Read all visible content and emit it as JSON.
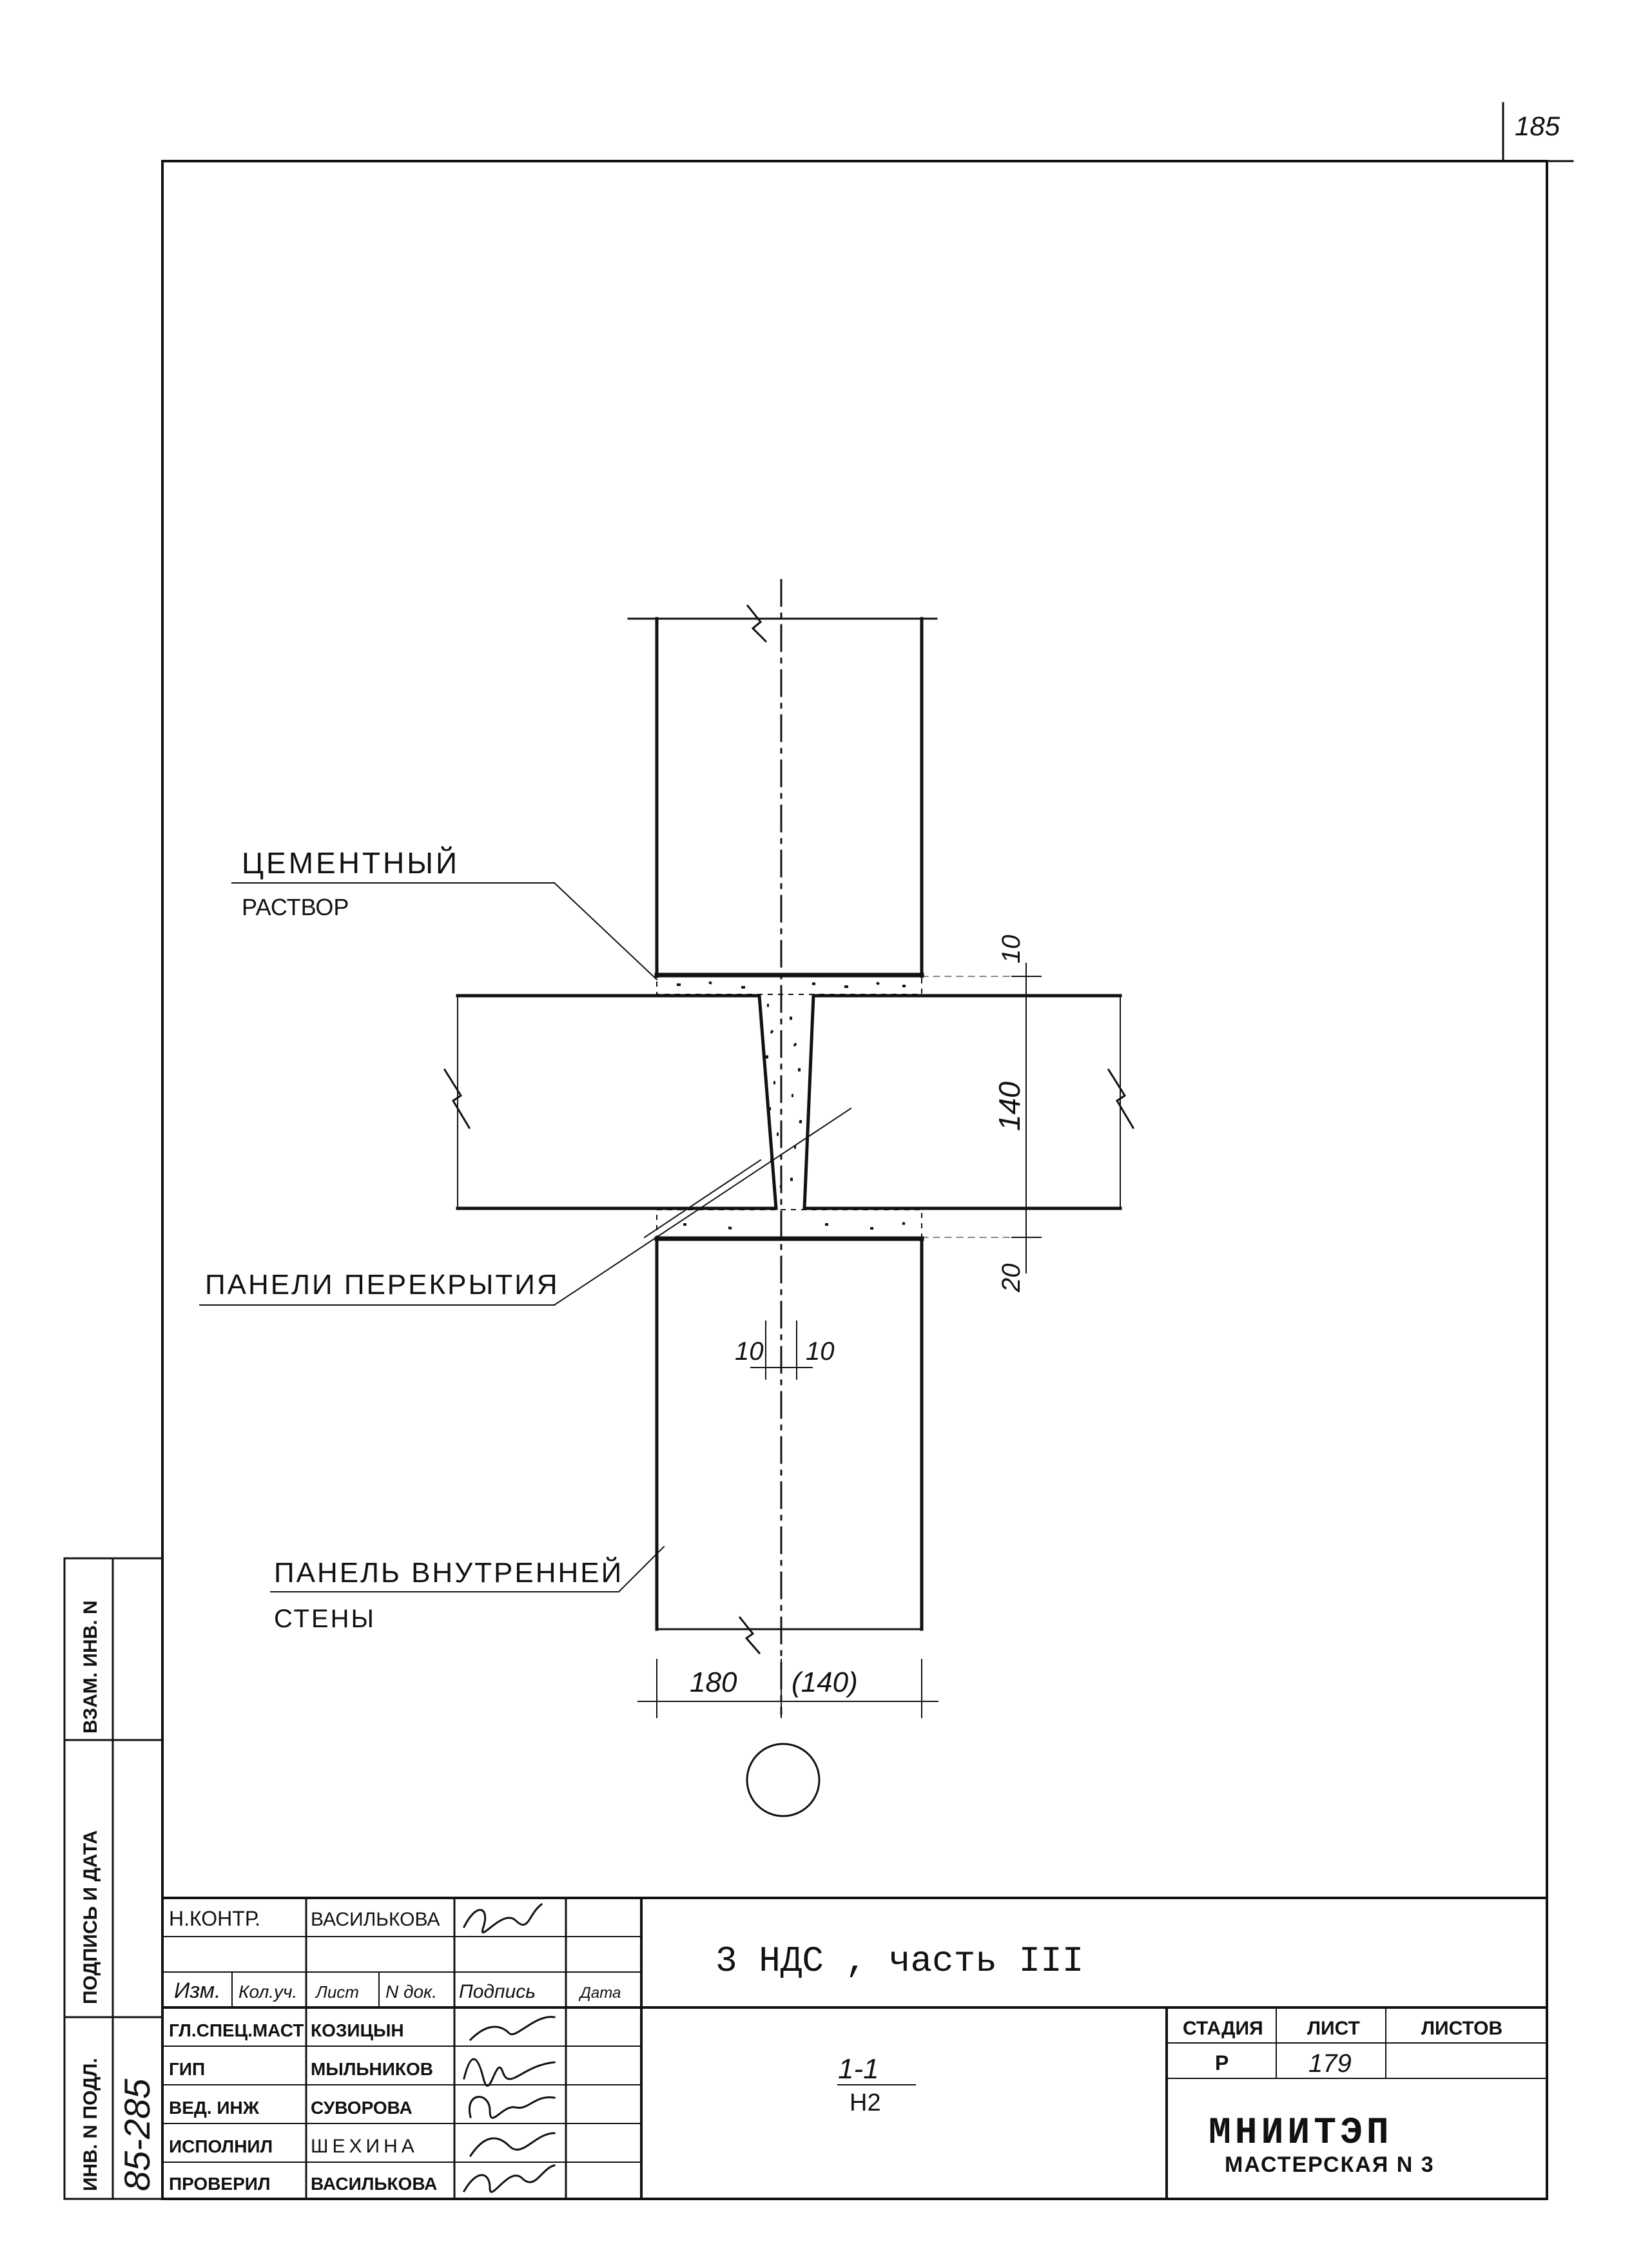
{
  "sheet": {
    "corner_number": "185"
  },
  "side_stamp": {
    "inv_no": "ИНВ. N ПОДЛ.",
    "sign_date": "ПОДПИСЬ И ДАТА",
    "replace_inv": "ВЗАМ. ИНВ. N",
    "handwritten_number": "85-285"
  },
  "drawing": {
    "label_mortar_line1": "ЦЕМЕНТНЫЙ",
    "label_mortar_line2": "РАСТВОР",
    "label_floor_panels": "ПАНЕЛИ ПЕРЕКРЫТИЯ",
    "label_wall_line1": "ПАНЕЛЬ ВНУТРЕННЕЙ",
    "label_wall_line2": "СТЕНЫ",
    "dim_top_gap": "10",
    "dim_slab": "140",
    "dim_bottom_gap": "20",
    "dim_left_10": "10",
    "dim_right_10": "10",
    "dim_width": "180",
    "dim_width_alt": "(140)"
  },
  "title_block": {
    "project_title": "3 НДС , часть III",
    "sheet_code_top": "1-1",
    "sheet_code_bottom": "Н2",
    "stage_header": "СТАДИЯ",
    "sheet_header": "ЛИСТ",
    "sheets_header": "ЛИСТОВ",
    "stage_value": "Р",
    "sheet_value": "179",
    "org_name": "МНИИТЭП",
    "org_sub": "МАСТЕРСКАЯ N 3",
    "header_cols": [
      "Изм.",
      "Кол.уч.",
      "Лист",
      "N док.",
      "Подпись",
      "Дата"
    ],
    "rows": [
      {
        "role": "Н.КОНТР.",
        "name": "ВАСИЛЬКОВА"
      },
      {
        "role": "ГЛ.СПЕЦ.МАСТ",
        "name": "КОЗИЦЫН"
      },
      {
        "role": "ГИП",
        "name": "МЫЛЬНИКОВ"
      },
      {
        "role": "ВЕД. ИНЖ",
        "name": "СУВОРОВА"
      },
      {
        "role": "ИСПОЛНИЛ",
        "name": "ШЕХИНА"
      },
      {
        "role": "ПРОВЕРИЛ",
        "name": "ВАСИЛЬКОВА"
      }
    ]
  }
}
